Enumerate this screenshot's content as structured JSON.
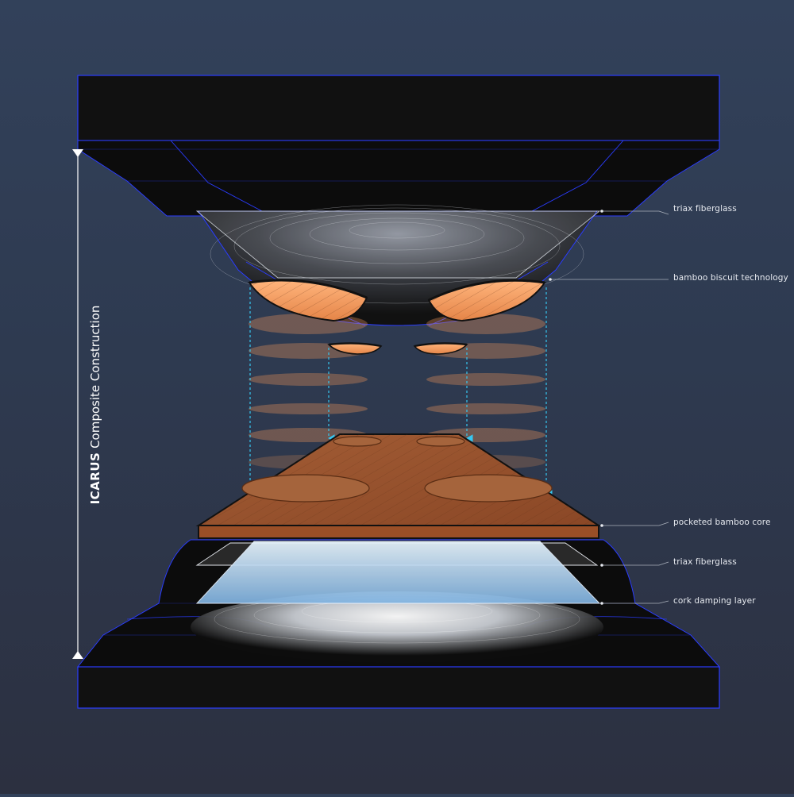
{
  "title": {
    "brand": "ICARUS",
    "rest": " Composite Construction"
  },
  "callouts": [
    {
      "id": "triax-top",
      "label": "triax fiberglass"
    },
    {
      "id": "bamboo-biscuit",
      "label": "bamboo biscuit technology"
    },
    {
      "id": "pocketed-core",
      "label": "pocketed bamboo core"
    },
    {
      "id": "triax-bottom",
      "label": "triax fiberglass"
    },
    {
      "id": "cork",
      "label": "cork damping layer"
    }
  ],
  "colors": {
    "blue_outline": "#2a3cff",
    "arrow_cyan": "#36c6f0",
    "biscuit_orange": "#f29a5c",
    "core_brown": "#9c5530",
    "glow": "#dcefff"
  }
}
